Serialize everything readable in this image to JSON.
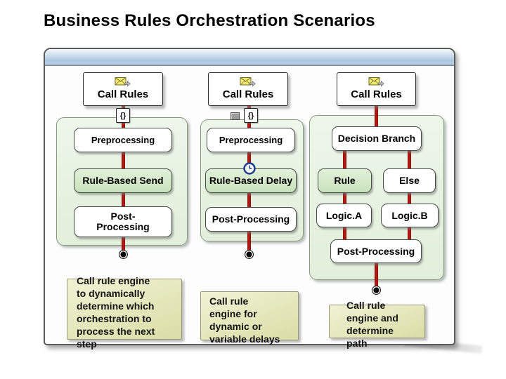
{
  "title": "Business Rules Orchestration Scenarios",
  "badges": {
    "code": "{}"
  },
  "col1": {
    "header": "Call Rules",
    "step1": "Preprocessing",
    "step2": "Rule-Based Send",
    "step3_line1": "Post-",
    "step3_line2": "Processing",
    "note_lines": [
      "Call rule engine",
      "to dynamically",
      "determine which",
      "orchestration to",
      "process the next",
      "step"
    ]
  },
  "col2": {
    "header": "Call Rules",
    "step1": "Preprocessing",
    "step2": "Rule-Based Delay",
    "step3": "Post-Processing",
    "note_lines": [
      "Call rule",
      "engine for",
      "dynamic or",
      "variable delays"
    ]
  },
  "col3": {
    "header": "Call Rules",
    "step1": "Decision Branch",
    "branch_true": "Rule",
    "branch_false": "Else",
    "logic_a": "Logic.A",
    "logic_b": "Logic.B",
    "step3": "Post-Processing",
    "note_lines": [
      "Call rule",
      "engine and",
      "determine",
      "path"
    ]
  },
  "colors": {
    "connector_red": "#a81310",
    "container_green": "#e9f3e4",
    "step_green": "#cde6c2",
    "note_yellow": "#e7e9bd",
    "header_blue": "#aec7df"
  }
}
